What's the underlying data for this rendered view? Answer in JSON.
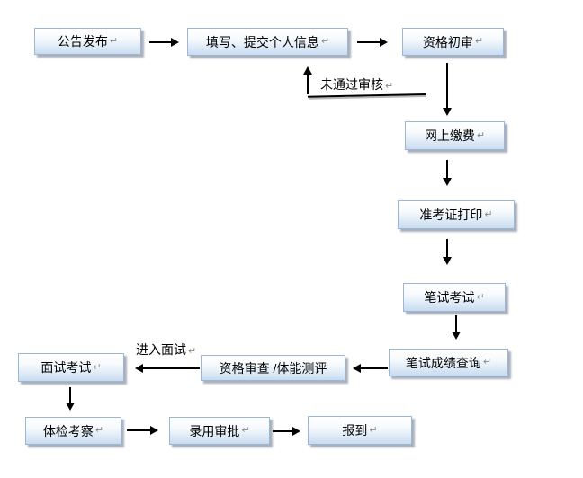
{
  "diagram": {
    "background": "#ffffff",
    "return_mark": "↵",
    "nodes": [
      {
        "id": "announce",
        "label": "公告发布"
      },
      {
        "id": "fill-submit",
        "label": "填写、提交个人信息"
      },
      {
        "id": "initial-review",
        "label": "资格初审"
      },
      {
        "id": "online-payment",
        "label": "网上缴费"
      },
      {
        "id": "ticket-print",
        "label": "准考证打印"
      },
      {
        "id": "written-exam",
        "label": "笔试考试"
      },
      {
        "id": "score-query",
        "label": "笔试成绩查询"
      },
      {
        "id": "qualification-fitness",
        "label": "资格审查 /体能测评"
      },
      {
        "id": "interview",
        "label": "面试考试"
      },
      {
        "id": "physical-inspection",
        "label": "体检考察"
      },
      {
        "id": "hiring-approval",
        "label": "录用审批"
      },
      {
        "id": "report",
        "label": "报到"
      }
    ],
    "edge_labels": {
      "fail_review": "未通过审核",
      "enter_interview": "进入面试"
    },
    "edges": [
      {
        "from": "公告发布",
        "to": "填写、提交个人信息"
      },
      {
        "from": "填写、提交个人信息",
        "to": "资格初审"
      },
      {
        "from": "资格初审",
        "to": "填写、提交个人信息",
        "label": "未通过审核"
      },
      {
        "from": "资格初审",
        "to": "网上缴费"
      },
      {
        "from": "网上缴费",
        "to": "准考证打印"
      },
      {
        "from": "准考证打印",
        "to": "笔试考试"
      },
      {
        "from": "笔试考试",
        "to": "笔试成绩查询"
      },
      {
        "from": "笔试成绩查询",
        "to": "资格审查 /体能测评"
      },
      {
        "from": "资格审查 /体能测评",
        "to": "面试考试",
        "label": "进入面试"
      },
      {
        "from": "面试考试",
        "to": "体检考察"
      },
      {
        "from": "体检考察",
        "to": "录用审批"
      },
      {
        "from": "录用审批",
        "to": "报到"
      }
    ],
    "colors": {
      "box_border": "#9cb6d8",
      "box_fill_top": "#ffffff",
      "box_fill_bottom": "#c8dbf0",
      "box_shadow": "#aab0b9",
      "arrow": "#000000",
      "text": "#000000",
      "return_mark": "#8a8a8a"
    }
  }
}
